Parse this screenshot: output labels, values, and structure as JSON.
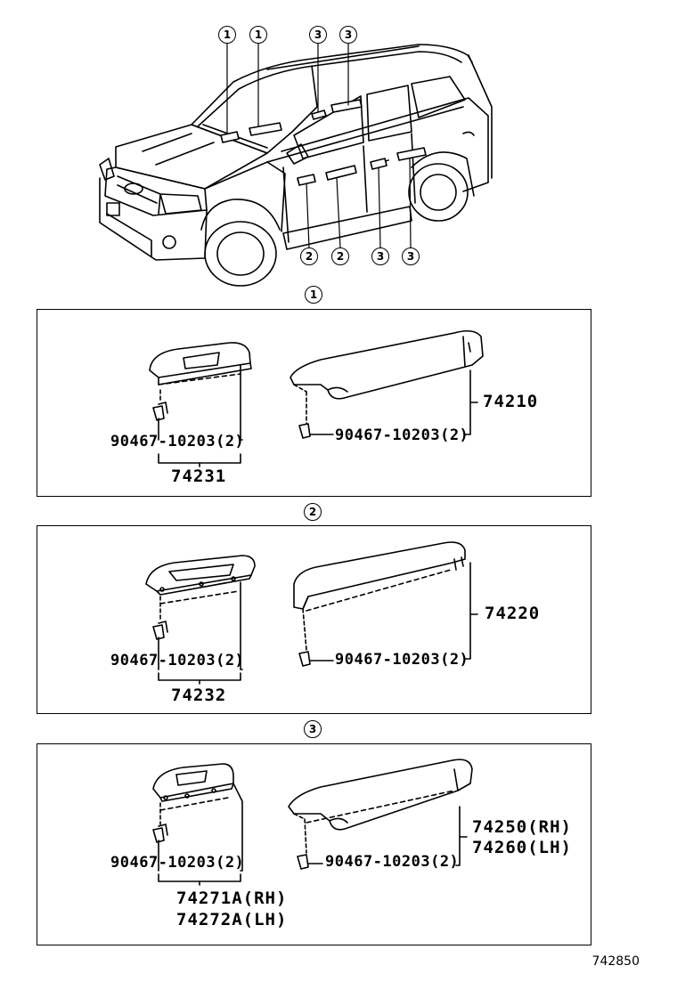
{
  "callouts": {
    "top": [
      "1",
      "1",
      "3",
      "3"
    ],
    "bottom": [
      "2",
      "2",
      "3",
      "3"
    ],
    "sections": [
      "1",
      "2",
      "3"
    ]
  },
  "section1": {
    "bolt_left": "90467-10203(2)",
    "part_left": "74231",
    "bolt_right": "90467-10203(2)",
    "part_right": "74210"
  },
  "section2": {
    "bolt_left": "90467-10203(2)",
    "part_left": "74232",
    "bolt_right": "90467-10203(2)",
    "part_right": "74220"
  },
  "section3": {
    "bolt_left": "90467-10203(2)",
    "part_left_rh": "74271A(RH)",
    "part_left_lh": "74272A(LH)",
    "bolt_right": "90467-10203(2)",
    "part_right_rh": "74250(RH)",
    "part_right_lh": "74260(LH)"
  },
  "diagram_code": "742850"
}
